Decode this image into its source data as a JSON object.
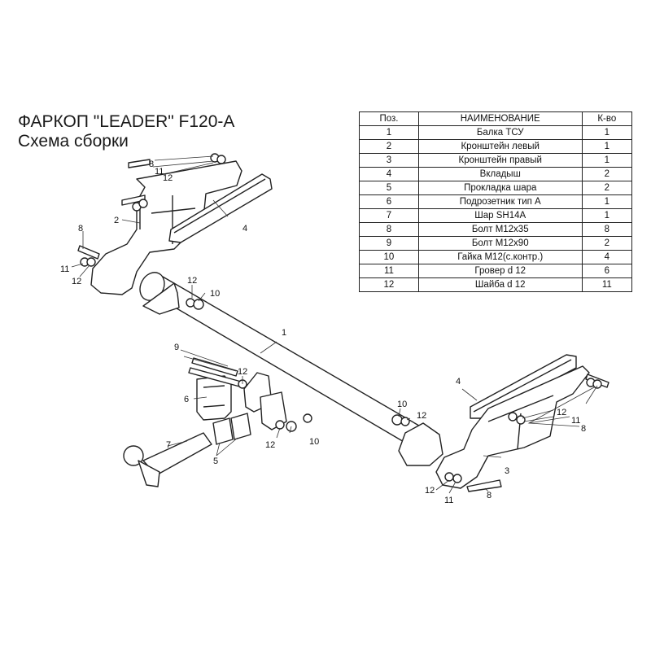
{
  "title": "ФАРКОП \"LEADER\" F120-A",
  "subtitle": "Схема сборки",
  "table": {
    "headers": [
      "Поз.",
      "НАИМЕНОВАНИЕ",
      "К-во"
    ],
    "rows": [
      [
        "1",
        "Балка ТСУ",
        "1"
      ],
      [
        "2",
        "Кронштейн левый",
        "1"
      ],
      [
        "3",
        "Кронштейн правый",
        "1"
      ],
      [
        "4",
        "Вкладыш",
        "2"
      ],
      [
        "5",
        "Прокладка шара",
        "2"
      ],
      [
        "6",
        "Подрозетник тип А",
        "1"
      ],
      [
        "7",
        "Шар SH14A",
        "1"
      ],
      [
        "8",
        "Болт М12х35",
        "8"
      ],
      [
        "9",
        "Болт М12х90",
        "2"
      ],
      [
        "10",
        "Гайка М12(с.контр.)",
        "4"
      ],
      [
        "11",
        "Гровер d 12",
        "6"
      ],
      [
        "12",
        "Шайба d 12",
        "11"
      ]
    ]
  },
  "callouts": [
    "8",
    "11",
    "12",
    "2",
    "4",
    "8",
    "11",
    "12",
    "12",
    "10",
    "1",
    "9",
    "12",
    "6",
    "12",
    "10",
    "10",
    "12",
    "7",
    "5",
    "4",
    "12",
    "11",
    "8",
    "3",
    "12",
    "11",
    "8"
  ]
}
